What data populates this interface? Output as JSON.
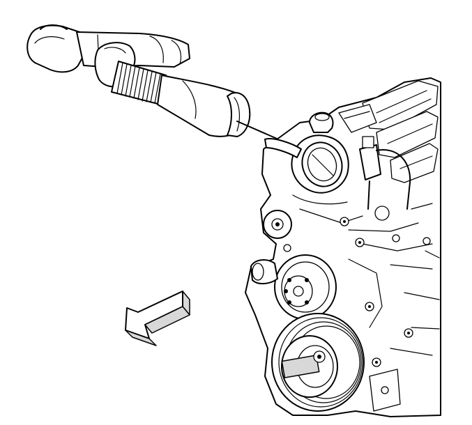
{
  "illustration": {
    "style": "black line-art technical drawing",
    "colors": {
      "line": "#000000",
      "background": "#ffffff",
      "shade": "#d8d8d8"
    },
    "parts": [
      "air-intake-duct",
      "throttle-body",
      "engine-assembly",
      "direction-arrow"
    ]
  }
}
